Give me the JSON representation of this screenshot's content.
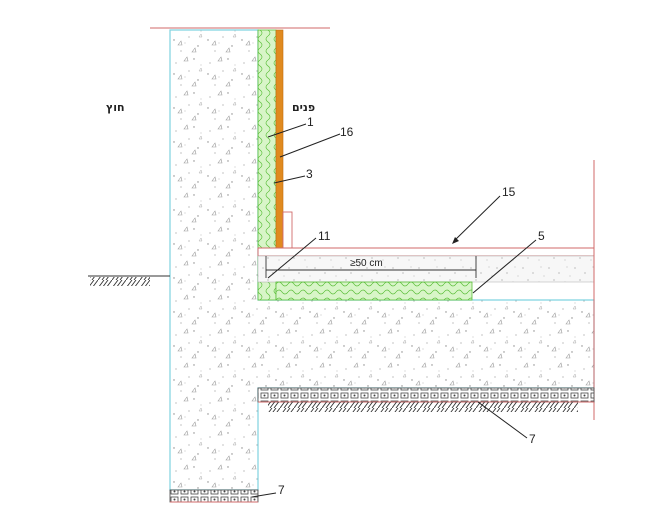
{
  "side_labels": {
    "outside": "חוץ",
    "inside": "פנים"
  },
  "dimension": {
    "text": "≥50 cm"
  },
  "callouts": [
    {
      "id": "1",
      "text": "1"
    },
    {
      "id": "16",
      "text": "16"
    },
    {
      "id": "3",
      "text": "3"
    },
    {
      "id": "15",
      "text": "15"
    },
    {
      "id": "11",
      "text": "11"
    },
    {
      "id": "5",
      "text": "5"
    },
    {
      "id": "7a",
      "text": "7"
    },
    {
      "id": "7b",
      "text": "7"
    }
  ],
  "colors": {
    "concrete_outline": "#7fd3e0",
    "insulation_fill": "#d8f5c8",
    "insulation_hatch": "#5bbf3a",
    "membrane": "#e08a1f",
    "floor_line": "#d06a6a",
    "gravel": "#444444"
  }
}
